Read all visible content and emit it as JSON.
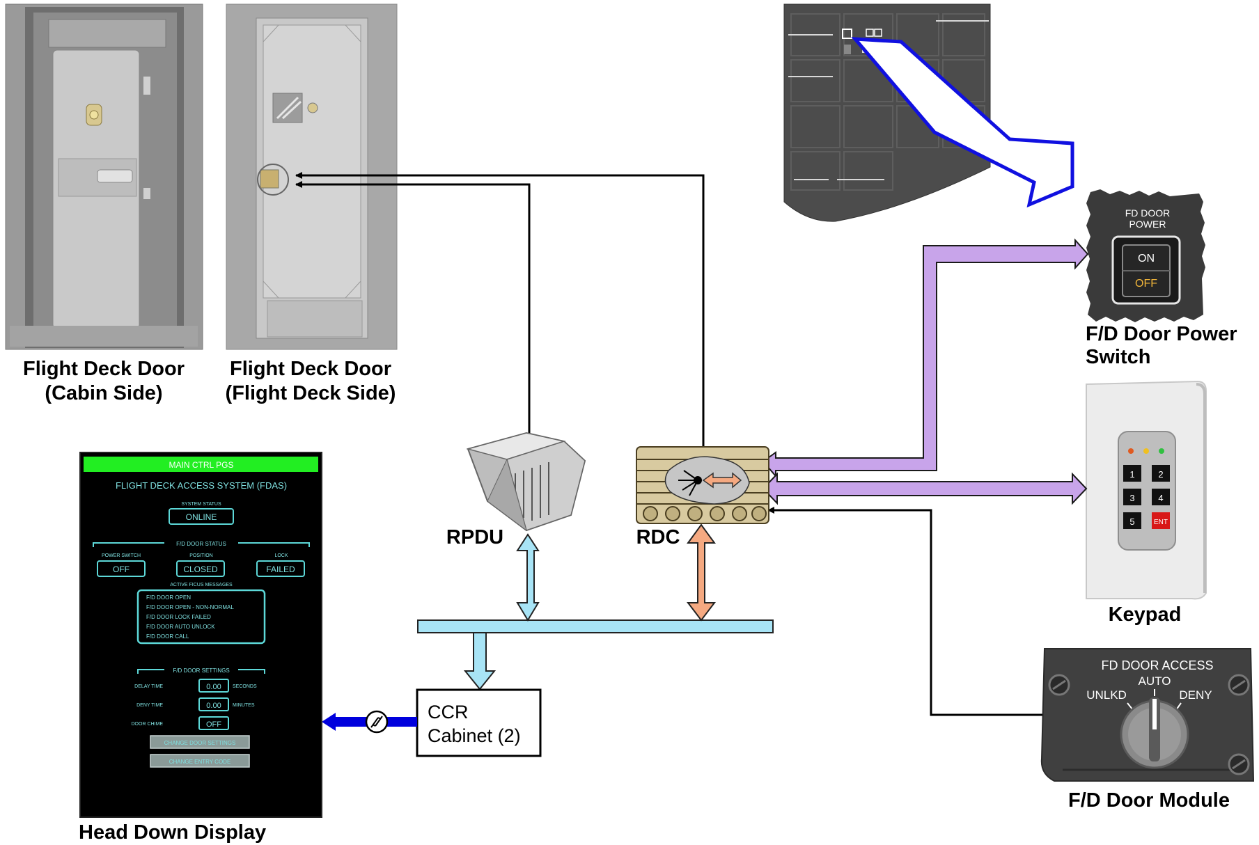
{
  "labels": {
    "cabin_door": [
      "Flight Deck Door",
      "(Cabin Side)"
    ],
    "flight_door": [
      "Flight Deck Door",
      "(Flight Deck Side)"
    ],
    "rpdu": "RPDU",
    "rdc": "RDC",
    "power_switch": [
      "F/D Door Power",
      "Switch"
    ],
    "keypad": "Keypad",
    "module": "F/D Door Module",
    "hdd": "Head Down Display",
    "ccr": [
      "CCR",
      "Cabinet (2)"
    ]
  },
  "power_switch_panel": {
    "title": [
      "FD DOOR",
      "POWER"
    ],
    "on": "ON",
    "off": "OFF"
  },
  "keypad_panel": {
    "keys": [
      "1",
      "2",
      "3",
      "4",
      "5",
      "ENT"
    ]
  },
  "module_panel": {
    "title": "FD DOOR ACCESS",
    "positions": [
      "UNLKD",
      "AUTO",
      "DENY"
    ]
  },
  "hdd_screen": {
    "header": "MAIN CTRL PGS",
    "title": "FLIGHT DECK ACCESS SYSTEM (FDAS)",
    "system_status_label": "SYSTEM STATUS",
    "system_status_value": "ONLINE",
    "door_status_label": "F/D DOOR STATUS",
    "power_switch_label": "POWER SWITCH",
    "power_switch_value": "OFF",
    "position_label": "POSITION",
    "position_value": "CLOSED",
    "lock_label": "LOCK",
    "lock_value": "FAILED",
    "messages_label": "ACTIVE FICUS MESSAGES",
    "messages": [
      "F/D DOOR OPEN",
      "F/D DOOR OPEN - NON-NORMAL",
      "F/D DOOR LOCK FAILED",
      "F/D DOOR AUTO UNLOCK",
      "F/D DOOR CALL"
    ],
    "settings_label": "F/D DOOR SETTINGS",
    "delay_time_label": "DELAY TIME",
    "delay_time_value": "0.00",
    "delay_time_unit": "SECONDS",
    "deny_time_label": "DENY TIME",
    "deny_time_value": "0.00",
    "deny_time_unit": "MINUTES",
    "door_chime_label": "DOOR CHIME",
    "door_chime_value": "OFF",
    "btn_change_settings": "CHANGE DOOR SETTINGS",
    "btn_change_code": "CHANGE ENTRY CODE"
  },
  "colors": {
    "bus_blue": "#a8e4f6",
    "purple": "#c8a4ea",
    "orange": "#f5a981",
    "dark_blue": "#0000dd",
    "hdd_green": "#22ee22",
    "hdd_cyan": "#5dd8d8",
    "panel_dark": "#3a3a3a",
    "door_gray": "#b8b8b8"
  }
}
